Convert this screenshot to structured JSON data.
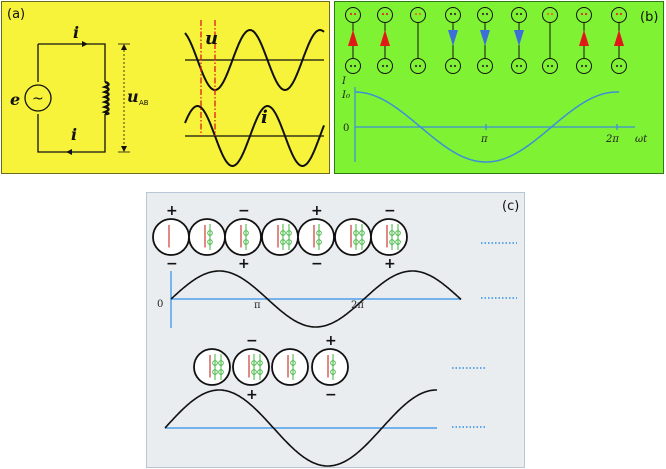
{
  "panel_a": {
    "label": "(a)",
    "current_symbol": "i",
    "emf_symbol": "e",
    "source_symbol": "~",
    "voltage_symbol": "u",
    "voltage_subscript": "AB",
    "wave_u_label": "u",
    "wave_i_label": "i"
  },
  "panel_b": {
    "label": "(b)",
    "y_label": "I",
    "y_peak_label": "I₀",
    "zero_label": "0",
    "pi_label": "π",
    "two_pi_label": "2π",
    "x_label": "ωt",
    "colors": {
      "up_arrow": "#e01818",
      "down_arrow": "#3d6fd8",
      "curve": "#3d8fd6",
      "axis": "#3d8fd6"
    }
  },
  "panel_c": {
    "label": "(c)",
    "top_axis": {
      "zero_label": "0",
      "pi_label": "π",
      "two_pi_label": "2π"
    },
    "plus_sign": "+",
    "minus_sign": "−",
    "colors": {
      "axis": "#2f8fe8",
      "red_coil": "#c8281e",
      "green_element": "#3cb43c"
    }
  }
}
